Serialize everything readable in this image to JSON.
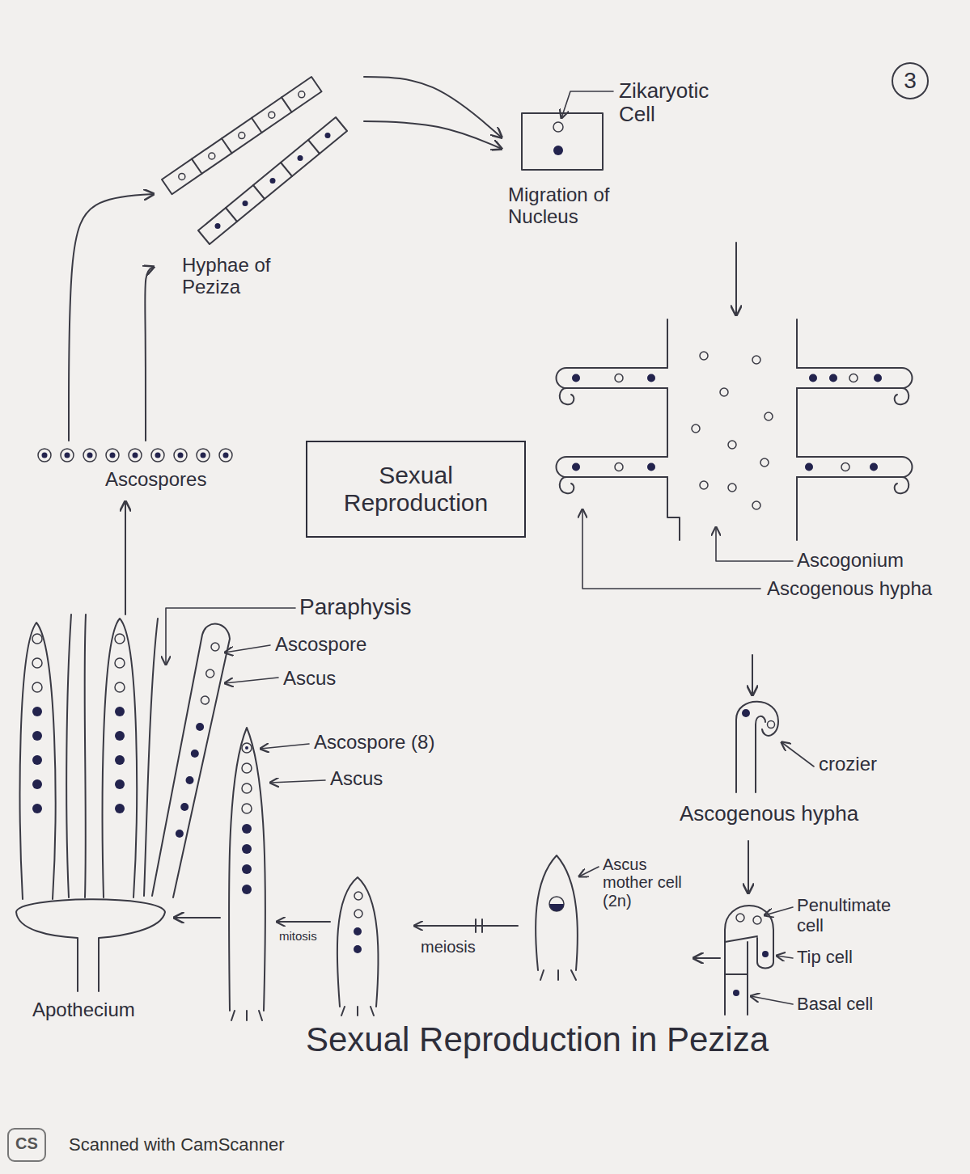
{
  "diagram": {
    "caption": "Sexual Reproduction in Peziza",
    "nodes": [
      {
        "text": [
          "Hyphae of Peziza"
        ]
      },
      {
        "text": [
          "Zikaryotic Cell",
          "Migration of Nucleus"
        ]
      },
      {
        "text": [
          "Ascogonium",
          "Ascogenous hypha"
        ]
      },
      {
        "text": [
          "Sexual Reproduction"
        ]
      },
      {
        "text": [
          "Ascospores"
        ]
      },
      {
        "text": [
          "crozier",
          "Ascogenous hypha"
        ]
      },
      {
        "text": [
          "Penultimate cell",
          "Tip cell",
          "Basal cell"
        ]
      },
      {
        "text": [
          "Ascus mother cell (2n)"
        ]
      },
      {
        "text": [
          "Ascospore (8)",
          "Ascus"
        ]
      },
      {
        "text": [
          "Apothecium"
        ]
      }
    ],
    "edges": [
      {
        "from": 0,
        "to": 1,
        "arrow": "to"
      },
      {
        "from": 0,
        "to": 1,
        "arrow": "to"
      },
      {
        "from": 1,
        "to": 2,
        "arrow": "to"
      },
      {
        "from": 2,
        "to": 5,
        "arrow": "to"
      },
      {
        "from": 5,
        "to": 6,
        "arrow": "to"
      },
      {
        "from": 6,
        "to": 7,
        "arrow": "to"
      },
      {
        "from": 8,
        "to": 9,
        "arrow": "to"
      },
      {
        "from": 9,
        "to": 4,
        "arrow": "to"
      },
      {
        "from": 4,
        "to": 0,
        "arrow": "to"
      },
      {
        "from": 4,
        "to": 0,
        "arrow": "to"
      }
    ],
    "labels": [
      "3",
      "Paraphysis",
      "Ascospore",
      "Ascus",
      "meiosis",
      "mitosis",
      "CS",
      "Scanned with CamScanner"
    ]
  }
}
